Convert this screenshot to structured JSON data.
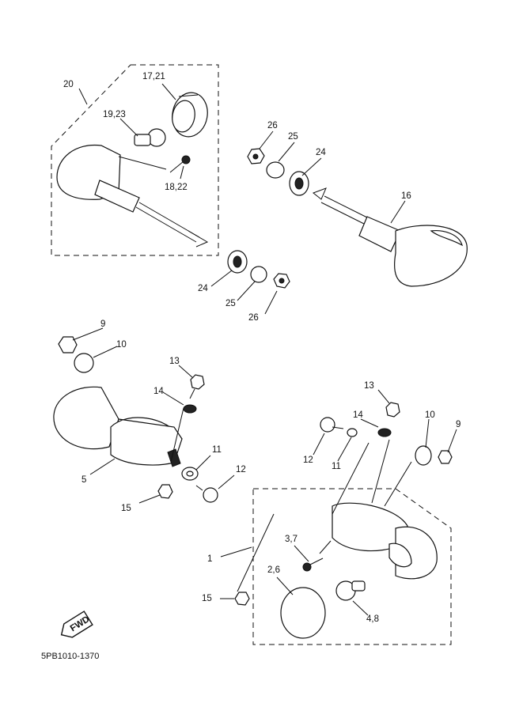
{
  "labels": {
    "a20": "20",
    "a17_21": "17,21",
    "a19_23": "19,23",
    "a18_22": "18,22",
    "a24_left": "24",
    "a25_left": "25",
    "a26_left": "26",
    "a26_right": "26",
    "a25_right": "25",
    "a24_right": "24",
    "a16": "16",
    "a9_left": "9",
    "a10_left": "10",
    "a13_left": "13",
    "a14_left": "14",
    "a5": "5",
    "a11_left": "11",
    "a12_left": "12",
    "a15_left": "15",
    "a13_right": "13",
    "a14_right": "14",
    "a10_right": "10",
    "a9_right": "9",
    "a12_right": "12",
    "a11_right": "11",
    "a1": "1",
    "a3_7": "3,7",
    "a2_6": "2,6",
    "a15_right": "15",
    "a4_8": "4,8"
  },
  "fwd_badge": "FWD",
  "diagram_code": "5PB1010-1370"
}
